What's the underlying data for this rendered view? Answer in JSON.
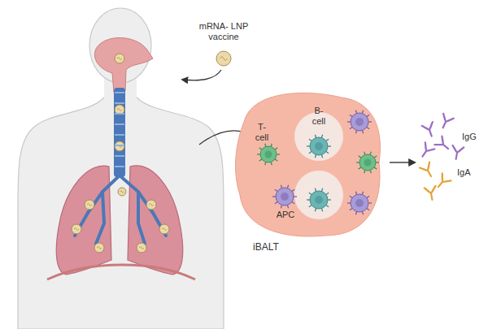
{
  "diagram": {
    "nodes": [
      {
        "text": [
          "iBALT"
        ]
      },
      {
        "text": [
          "IgG",
          "IgA"
        ]
      }
    ],
    "edges": [
      {
        "from": 0,
        "to": 1,
        "arrow": "to"
      }
    ],
    "labels": [
      "mRNA- LNP vaccine",
      "B- cell",
      "T- cell",
      "APC"
    ]
  }
}
